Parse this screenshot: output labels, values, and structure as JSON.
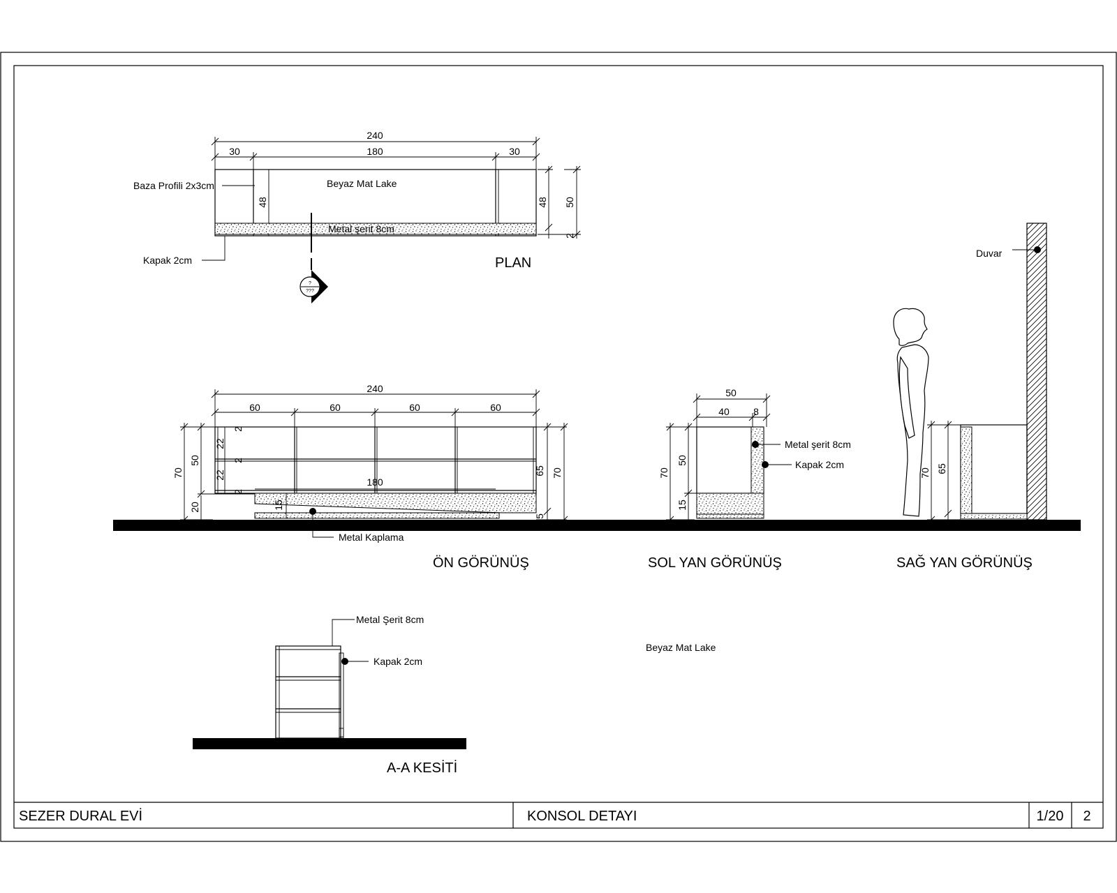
{
  "plan": {
    "dims_top": {
      "total": "240",
      "left": "30",
      "middle": "180",
      "right": "30"
    },
    "dims_side": {
      "inner_left": "48",
      "inner_right": "48",
      "total": "50",
      "strip": "2"
    },
    "labels": {
      "baza": "Baza Profili 2x3cm",
      "finish": "Beyaz Mat Lake",
      "metal_strip": "Metal şerit 8cm",
      "kapak": "Kapak 2cm"
    },
    "section_marker": {
      "top": "?",
      "bottom": "???"
    },
    "title": "PLAN"
  },
  "front": {
    "dims_top": {
      "total": "240",
      "cells": [
        "60",
        "60",
        "60",
        "60"
      ]
    },
    "dims_left": {
      "total": "70",
      "upper": "50",
      "base": "20",
      "rows": [
        "22",
        "22"
      ],
      "thin": [
        "2",
        "2",
        "2"
      ]
    },
    "dims_right": {
      "inner": "65",
      "total": "70",
      "base": "5"
    },
    "inner_dims": {
      "width": "180",
      "height": "15"
    },
    "labels": {
      "metal_cover": "Metal Kaplama"
    },
    "title": "ÖN GÖRÜNÜŞ"
  },
  "left_side": {
    "dims_top": {
      "total": "50",
      "inner": "40",
      "strip": "8"
    },
    "dims_left": {
      "total": "70",
      "upper": "50",
      "base": "15"
    },
    "labels": {
      "metal_strip": "Metal şerit 8cm",
      "kapak": "Kapak 2cm"
    },
    "title": "SOL YAN GÖRÜNÜŞ"
  },
  "right_side": {
    "dims_left": {
      "total": "70",
      "inner": "65"
    },
    "labels": {
      "wall": "Duvar"
    },
    "title": "SAĞ YAN GÖRÜNÜŞ"
  },
  "section": {
    "labels": {
      "metal_strip": "Metal Şerit 8cm",
      "kapak": "Kapak 2cm"
    },
    "title": "A-A KESİTİ"
  },
  "floating_note": "Beyaz Mat Lake",
  "title_block": {
    "project": "SEZER DURAL EVİ",
    "drawing": "KONSOL DETAYI",
    "scale": "1/20",
    "sheet": "2"
  }
}
